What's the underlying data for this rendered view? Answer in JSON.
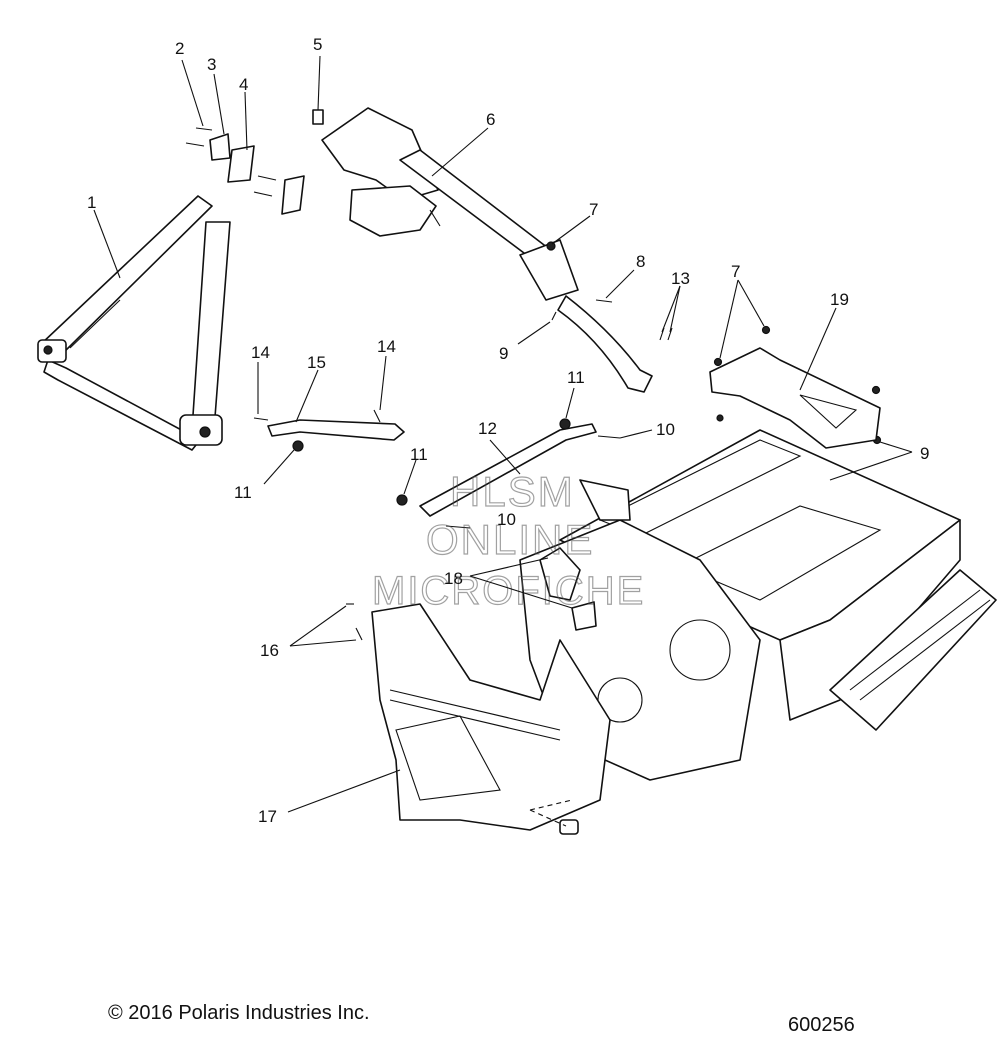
{
  "callouts": [
    {
      "id": "c1",
      "label": "1"
    },
    {
      "id": "c2",
      "label": "2"
    },
    {
      "id": "c3",
      "label": "3"
    },
    {
      "id": "c4",
      "label": "4"
    },
    {
      "id": "c5",
      "label": "5"
    },
    {
      "id": "c6",
      "label": "6"
    },
    {
      "id": "c7a",
      "label": "7"
    },
    {
      "id": "c7b",
      "label": "7"
    },
    {
      "id": "c8",
      "label": "8"
    },
    {
      "id": "c9a",
      "label": "9"
    },
    {
      "id": "c9b",
      "label": "9"
    },
    {
      "id": "c10a",
      "label": "10"
    },
    {
      "id": "c10b",
      "label": "10"
    },
    {
      "id": "c11a",
      "label": "11"
    },
    {
      "id": "c11b",
      "label": "11"
    },
    {
      "id": "c11c",
      "label": "11"
    },
    {
      "id": "c12",
      "label": "12"
    },
    {
      "id": "c13",
      "label": "13"
    },
    {
      "id": "c14a",
      "label": "14"
    },
    {
      "id": "c14b",
      "label": "14"
    },
    {
      "id": "c15",
      "label": "15"
    },
    {
      "id": "c16",
      "label": "16"
    },
    {
      "id": "c17",
      "label": "17"
    },
    {
      "id": "c18",
      "label": "18"
    },
    {
      "id": "c19",
      "label": "19"
    }
  ],
  "watermark": {
    "line1": "HLSM",
    "line2": "ONLINE",
    "line3": "MICROFICHE"
  },
  "footer": {
    "copyright": "© 2016 Polaris Industries Inc.",
    "drawing_number": "600256"
  }
}
